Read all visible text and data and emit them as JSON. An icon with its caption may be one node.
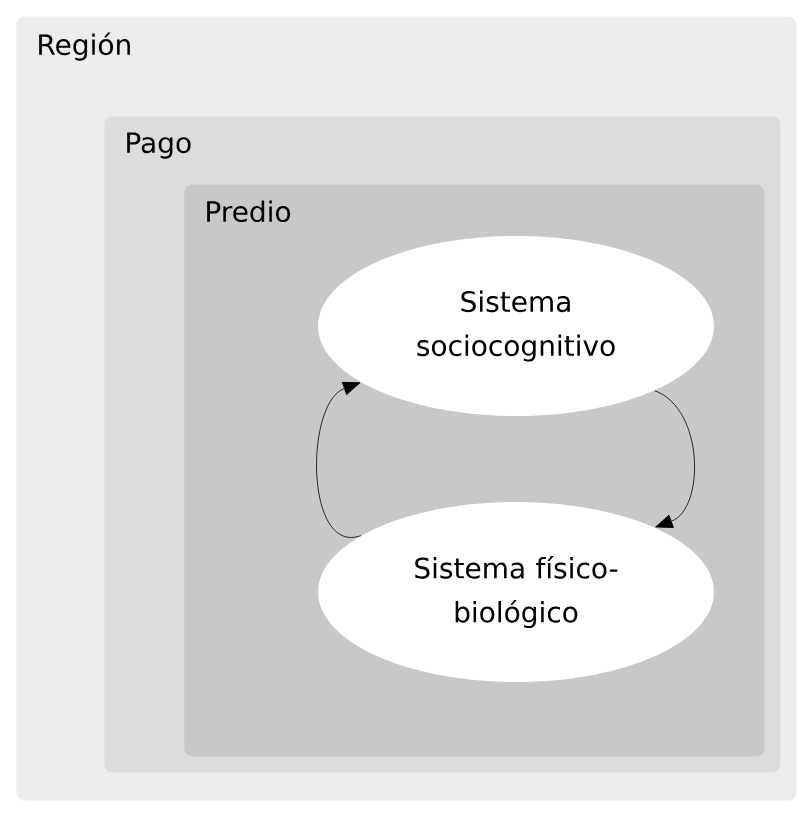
{
  "diagram": {
    "nodes": [
      {
        "text": [
          "Región"
        ]
      },
      {
        "text": [
          "Pago"
        ],
        "in": 0
      },
      {
        "text": [
          "Predio"
        ],
        "in": 1
      },
      {
        "text": [
          "Sistema sociocognitivo"
        ],
        "in": 2
      },
      {
        "text": [
          "Sistema físico-biológico"
        ],
        "in": 2
      }
    ],
    "edges": [
      {
        "from": 3,
        "to": 4,
        "arrow": "to"
      },
      {
        "from": 4,
        "to": 3,
        "arrow": "to"
      }
    ]
  }
}
